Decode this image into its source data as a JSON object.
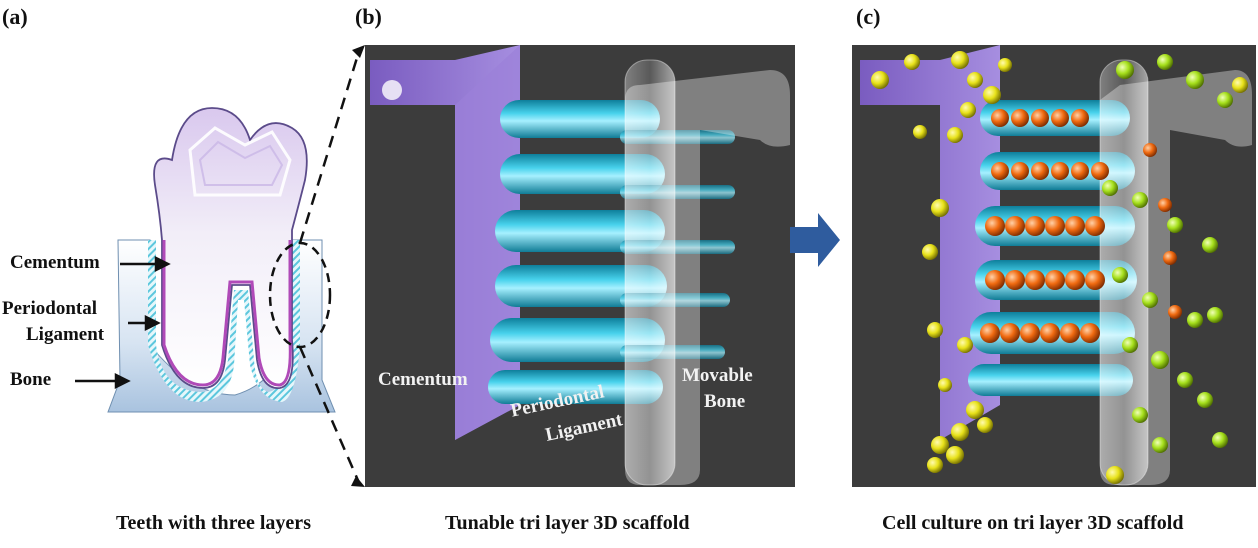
{
  "panels": {
    "a": {
      "letter": "(a)",
      "caption": "Teeth with three layers",
      "labels": {
        "cementum": "Cementum",
        "periodontal_line1": "Periodontal",
        "periodontal_line2": "Ligament",
        "bone": "Bone"
      }
    },
    "b": {
      "letter": "(b)",
      "caption": "Tunable tri layer 3D scaffold",
      "labels": {
        "cementum": "Cementum",
        "periodontal_line1": "Periodontal",
        "periodontal_line2": "Ligament",
        "bone_line1": "Movable",
        "bone_line2": "Bone"
      }
    },
    "c": {
      "letter": "(c)",
      "caption": "Cell culture on tri layer 3D scaffold"
    }
  },
  "colors": {
    "scene_bg": "#3c3c3c",
    "cementum_purple": "#8a6cc8",
    "ligament_cyan": "#19a9c8",
    "bone_white": "#e8e8ee",
    "arrow_blue": "#2f5c9e",
    "cell_yellow": "#e8e21a",
    "cell_green": "#a6e01c",
    "cell_orange": "#f06a10"
  }
}
